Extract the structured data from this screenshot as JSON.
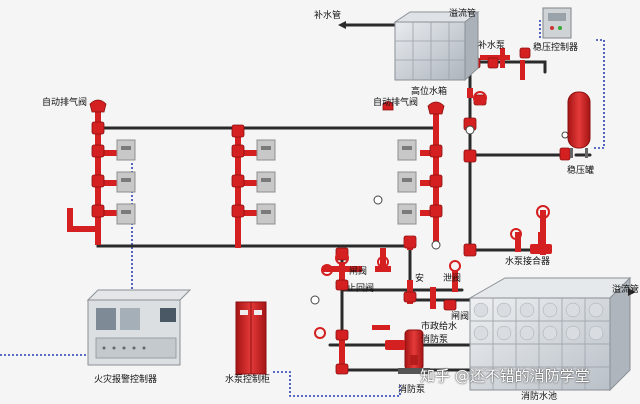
{
  "labels": {
    "makeup_pipe": "补水管",
    "overflow_pipe_top": "溢流管",
    "makeup_pump": "补水泵",
    "pressure_controller": "稳压控制器",
    "high_tank": "高位水箱",
    "auto_vent_left": "自动排气阀",
    "auto_vent_right": "自动排气阀",
    "pressure_tank": "稳压罐",
    "pump_adapter": "水泵接合器",
    "gate_valve": "闸阀",
    "check_valve": "止回阀",
    "safety_valve": "安",
    "relief_valve": "泄阀",
    "gate_valve_lower": "闸阀",
    "overflow_pipe_right": "溢流管",
    "municipal_supply": "市政给水",
    "fire_pump_mid": "消防泵",
    "fire_alarm_controller": "火灾报警控制器",
    "pump_control_cabinet": "水泵控制柜",
    "fire_pump_bottom": "消防泵",
    "fire_pool": "消防水池"
  },
  "watermark": "知乎 @还不错的消防学堂",
  "colors": {
    "pipe_red": "#d42020",
    "pipe_dark": "#2a2a2a",
    "signal_blue": "#2a3fb5",
    "tank_steel": "#c9ced4"
  }
}
